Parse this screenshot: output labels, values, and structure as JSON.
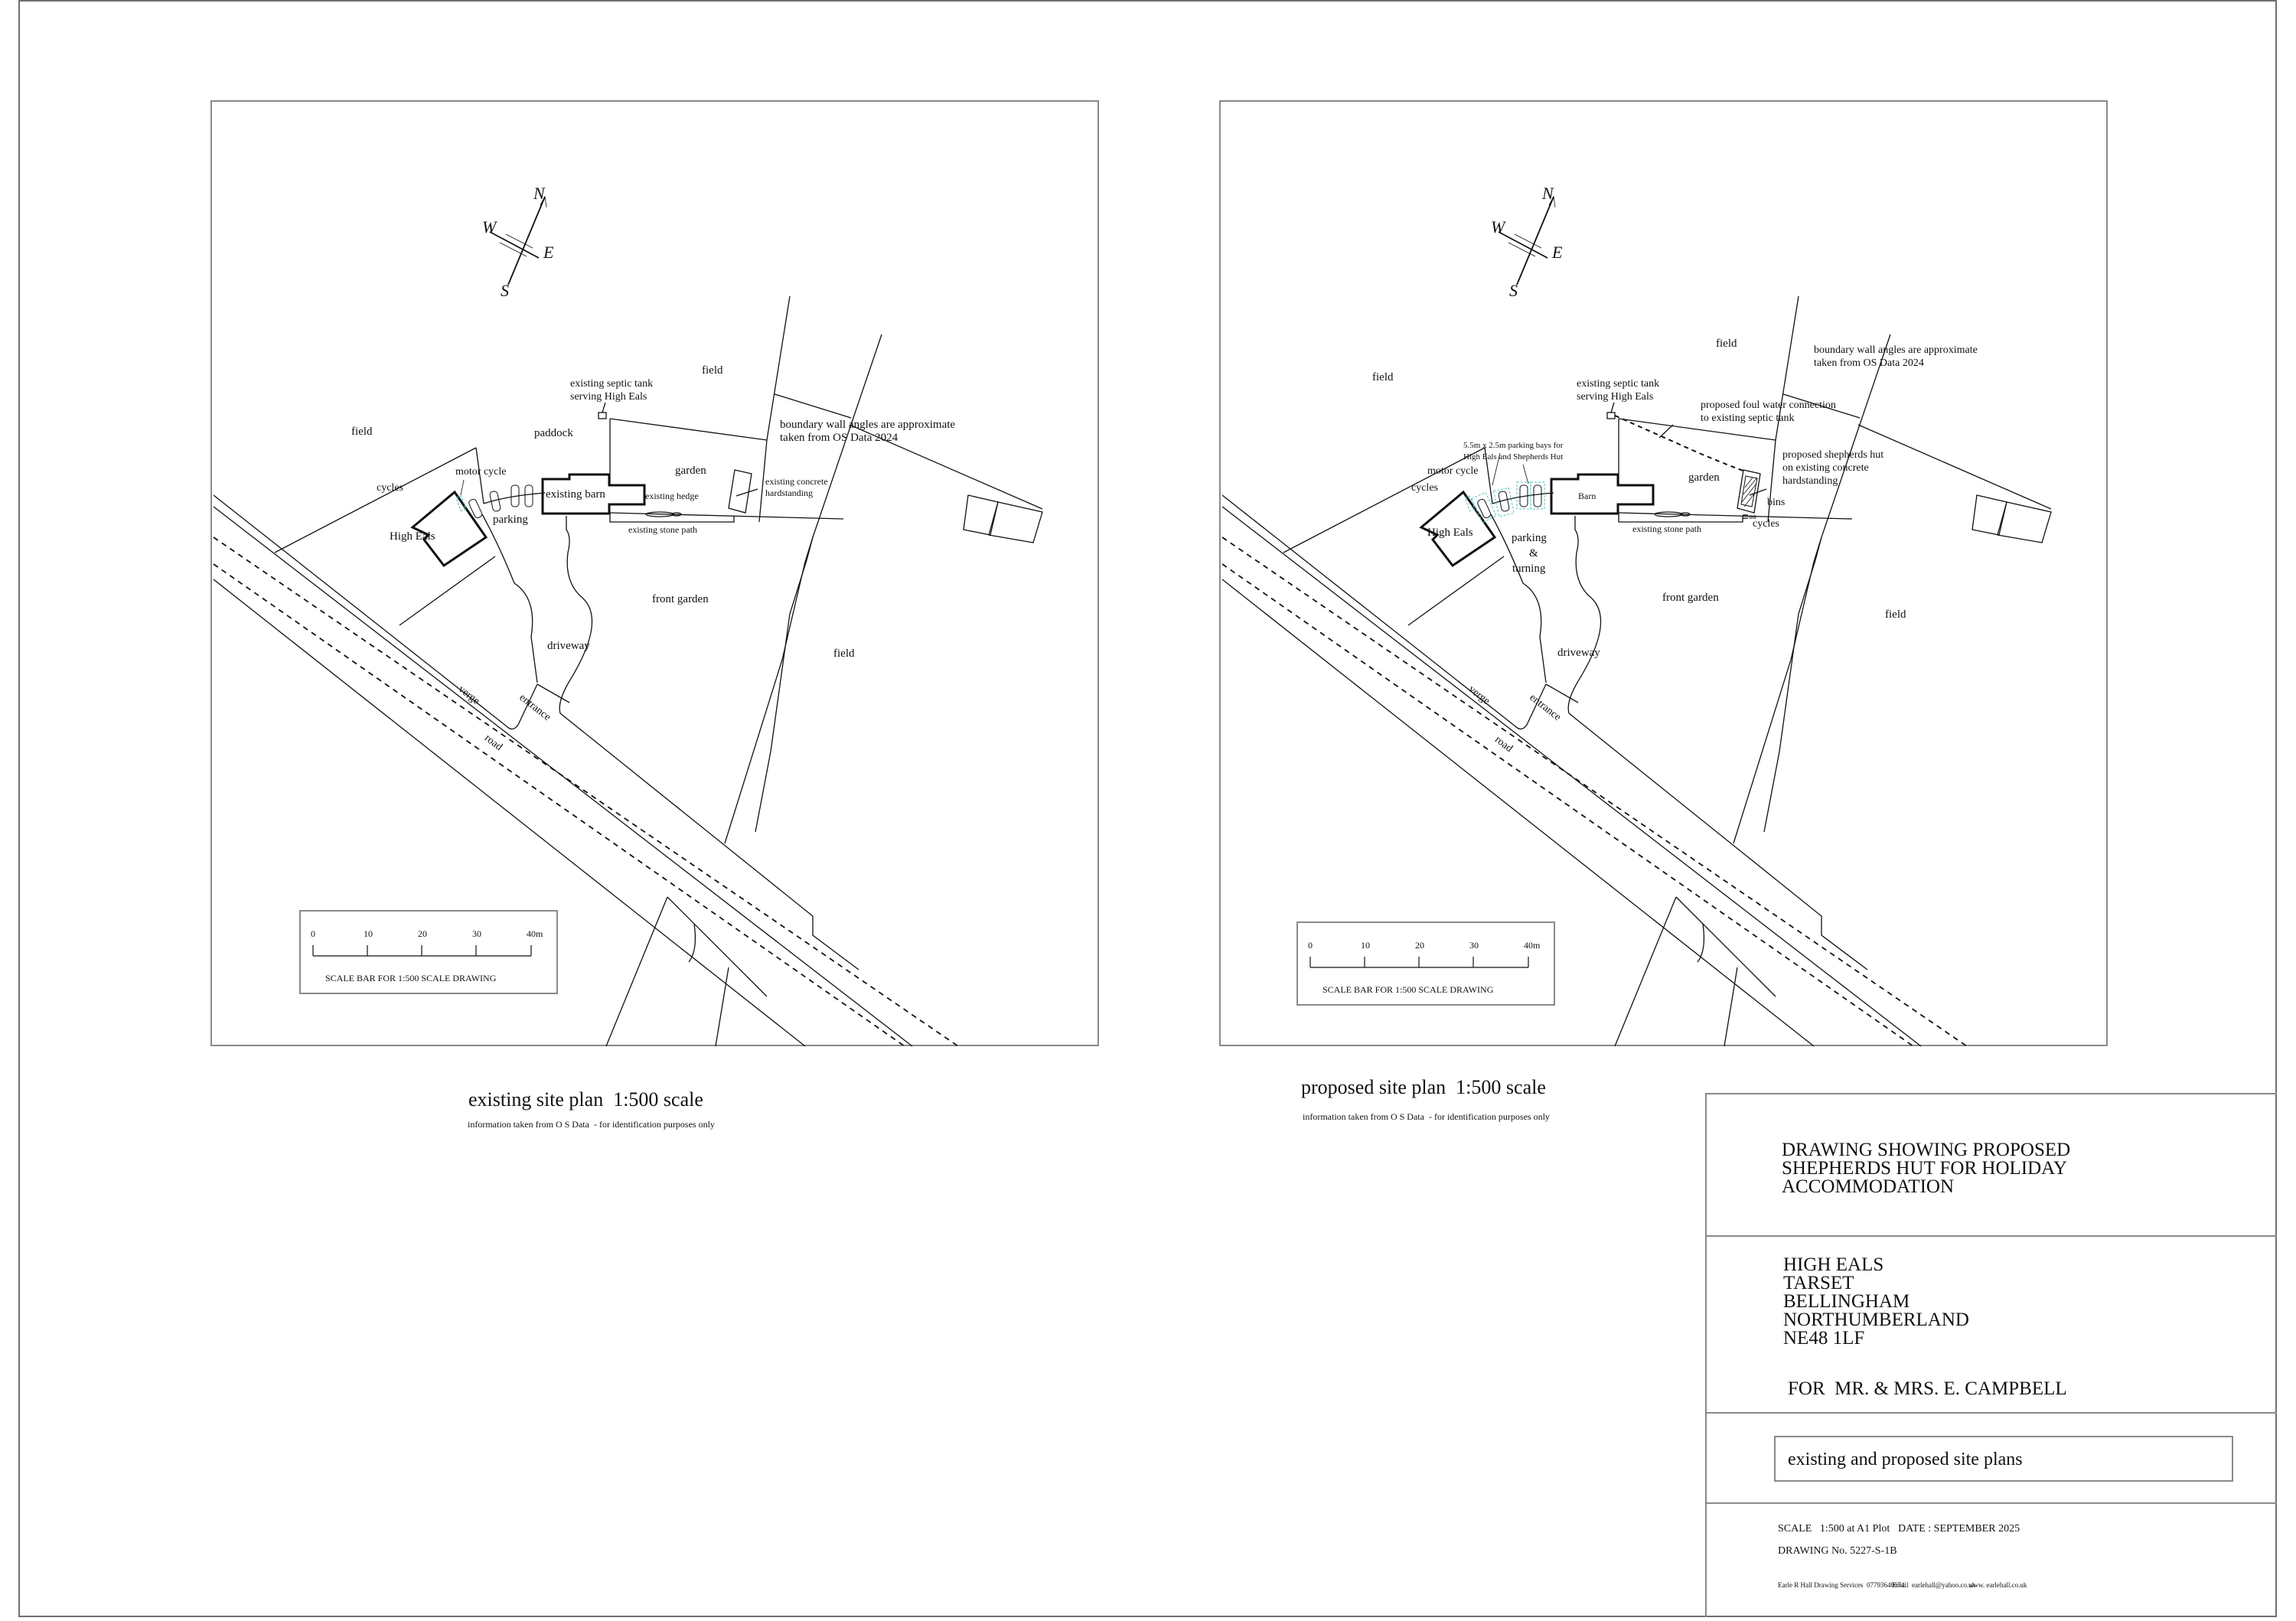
{
  "existing_plan": {
    "title": "existing site plan  1:500 scale",
    "subtitle": "information taken from O S Data  - for identification purposes only",
    "compass": {
      "n": "N",
      "s": "S",
      "e": "E",
      "w": "W"
    },
    "labels": {
      "field_west": "field",
      "field_north": "field",
      "field_east": "field",
      "paddock": "paddock",
      "septic_1": "existing septic tank",
      "septic_2": "serving High Eals",
      "boundary_1": "boundary wall angles are approximate",
      "boundary_2": "taken from OS Data 2024",
      "motor_cycle": "motor cycle",
      "cycles": "cycles",
      "parking": "parking",
      "barn": "existing barn",
      "high_eals": "High Eals",
      "garden": "garden",
      "hedge": "existing hedge",
      "stone_path": "existing stone path",
      "concrete_1": "existing concrete",
      "concrete_2": "hardstanding",
      "front_garden": "front garden",
      "driveway": "driveway",
      "verge": "verge",
      "entrance": "entrance",
      "road": "road"
    },
    "scale_bar": {
      "ticks": [
        "0",
        "10",
        "20",
        "30",
        "40m"
      ],
      "caption": "SCALE BAR FOR 1:500 SCALE DRAWING"
    }
  },
  "proposed_plan": {
    "title": "proposed site plan  1:500 scale",
    "subtitle": "information taken from O S Data  - for identification purposes only",
    "compass": {
      "n": "N",
      "s": "S",
      "e": "E",
      "w": "W"
    },
    "labels": {
      "field_west": "field",
      "field_north": "field",
      "field_east": "field",
      "septic_1": "existing septic tank",
      "septic_2": "serving High Eals",
      "foul_1": "proposed foul water connection",
      "foul_2": "to existing septic tank",
      "boundary_1": "boundary wall angles are approximate",
      "boundary_2": "taken from OS Data 2024",
      "bays_1": "5.5m x 2.5m parking bays for",
      "bays_2": "High Eals and Shepherds Hut",
      "motor_cycle": "motor cycle",
      "cycles_west": "cycles",
      "barn": "Barn",
      "high_eals": "High Eals",
      "parking_1": "parking",
      "parking_2": "&",
      "parking_3": "turning",
      "garden": "garden",
      "hut_1": "proposed shepherds hut",
      "hut_2": "on existing concrete",
      "hut_3": "hardstanding",
      "bins": "bins",
      "cycles_east": "cycles",
      "stone_path": "existing stone path",
      "front_garden": "front garden",
      "driveway": "driveway",
      "verge": "verge",
      "entrance": "entrance",
      "road": "road"
    },
    "scale_bar": {
      "ticks": [
        "0",
        "10",
        "20",
        "30",
        "40m"
      ],
      "caption": "SCALE BAR FOR 1:500 SCALE DRAWING"
    }
  },
  "title_block": {
    "description_lines": [
      "DRAWING SHOWING PROPOSED",
      "SHEPHERDS HUT FOR HOLIDAY",
      "ACCOMMODATION"
    ],
    "address_lines": [
      "HIGH EALS",
      "TARSET",
      "BELLINGHAM",
      "NORTHUMBERLAND",
      "NE48 1LF"
    ],
    "client": "FOR  MR. & MRS. E. CAMPBELL",
    "drawing_title": "existing and proposed site plans",
    "scale": "SCALE   1:500 at A1 Plot",
    "date": "DATE : SEPTEMBER 2025",
    "drawing_no": "DRAWING No. 5227-S-1B",
    "company": "Earle R Hall Drawing Services  07793640674",
    "email": "Email  earlehall@yahoo.co.uk",
    "website": "www. earlehall.co.uk"
  },
  "colors": {
    "line": "#111111",
    "frame": "#8a8a8a",
    "parking_bay": "#4fc6c6"
  }
}
